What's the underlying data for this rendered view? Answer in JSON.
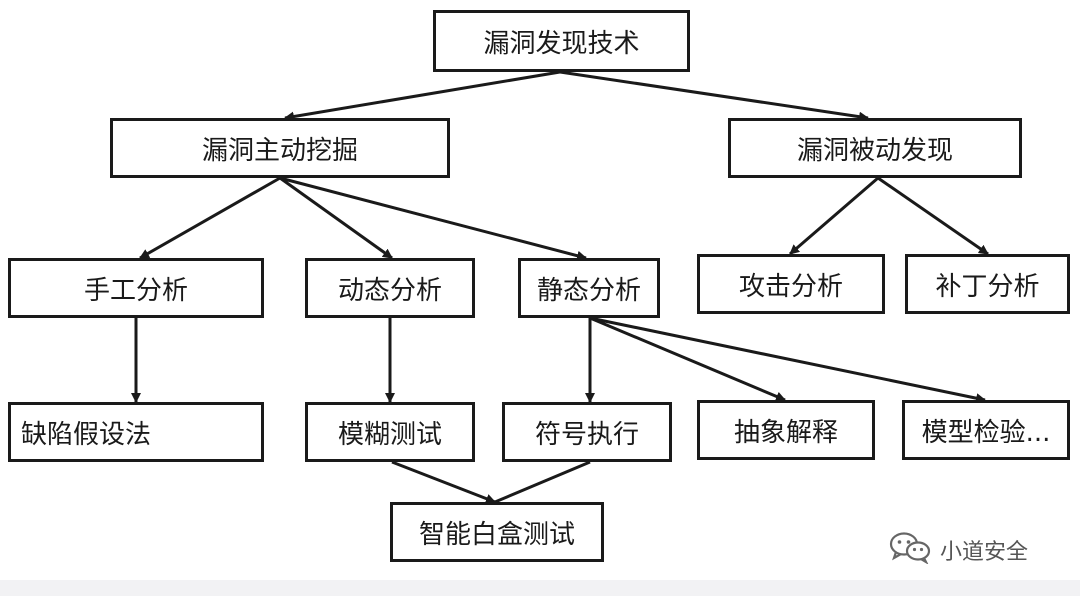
{
  "nodes": {
    "root": "漏洞发现技术",
    "active": "漏洞主动挖掘",
    "passive": "漏洞被动发现",
    "manual": "手工分析",
    "dynamic": "动态分析",
    "static": "静态分析",
    "attack": "攻击分析",
    "patch": "补丁分析",
    "flaw_hypothesis": "缺陷假设法",
    "fuzzing": "模糊测试",
    "symbolic": "符号执行",
    "abstract": "抽象解释",
    "model_check": "模型检验...",
    "smart_whitebox": "智能白盒测试"
  },
  "watermark": {
    "text": "小道安全",
    "icon": "wechat-icon"
  },
  "colors": {
    "line": "#1a1a1a",
    "background": "#ffffff",
    "footer": "#f2f2f4"
  }
}
